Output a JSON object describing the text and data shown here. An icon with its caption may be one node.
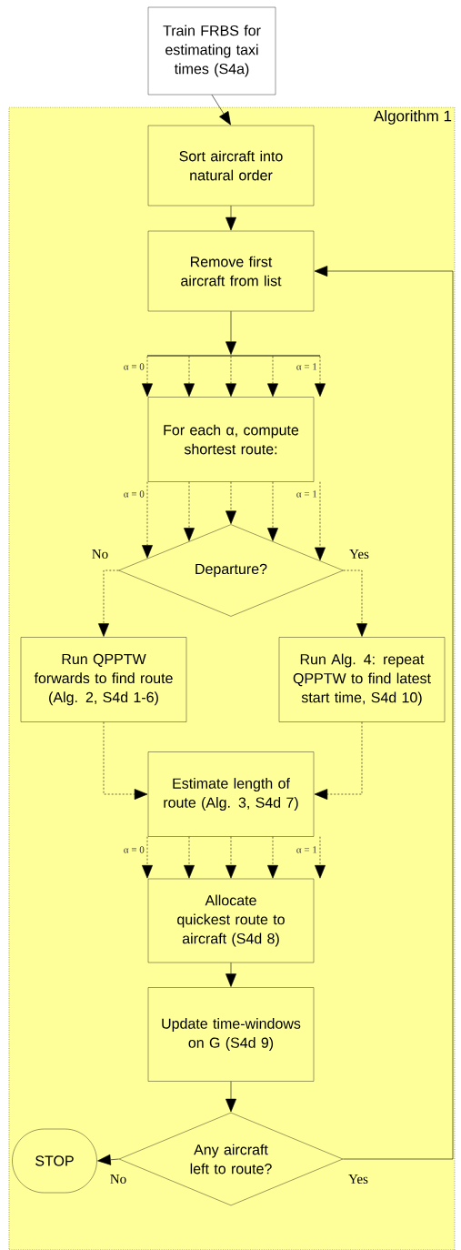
{
  "diagram": {
    "nodes": [
      {
        "text": [
          "Train FRBS for estimating taxi times (S4a)"
        ]
      },
      {
        "text": [
          "Algorithm 1"
        ]
      },
      {
        "text": [
          "Sort aircraft into natural order"
        ],
        "in": 1
      },
      {
        "text": [
          "Remove first aircraft from list"
        ],
        "in": 1
      },
      {
        "text": [
          "For each α, compute shortest route:"
        ],
        "in": 1
      },
      {
        "text": [
          "Departure?"
        ],
        "in": 1
      },
      {
        "text": [
          "Run QPPTW forwards to find route (Alg. 2, S4d 1-6)"
        ],
        "in": 1
      },
      {
        "text": [
          "Run Alg. 4: repeat QPPTW to find latest start time, S4d 10)"
        ],
        "in": 1
      },
      {
        "text": [
          "Estimate length of route (Alg. 3, S4d 7)"
        ],
        "in": 1
      },
      {
        "text": [
          "Allocate quickest route to aircraft (S4d 8)"
        ],
        "in": 1
      },
      {
        "text": [
          "Update time-windows on G (S4d 9)"
        ],
        "in": 1
      },
      {
        "text": [
          "Any aircraft left to route?"
        ],
        "in": 1
      },
      {
        "text": [
          "STOP"
        ],
        "in": 1
      },
      {
        "text": [],
        "shape": "bar",
        "in": 1
      }
    ],
    "edges": [
      {
        "from": 0,
        "to": 2,
        "arrow": "to"
      },
      {
        "from": 2,
        "to": 3,
        "arrow": "to"
      },
      {
        "from": 3,
        "to": 13,
        "arrow": "to"
      },
      {
        "from": 13,
        "to": 4,
        "arrow": "to",
        "style": "dashed",
        "label": "α = 0"
      },
      {
        "from": 13,
        "to": 4,
        "arrow": "to",
        "style": "dashed"
      },
      {
        "from": 13,
        "to": 4,
        "arrow": "to",
        "style": "dashed"
      },
      {
        "from": 13,
        "to": 4,
        "arrow": "to",
        "style": "dashed"
      },
      {
        "from": 13,
        "to": 4,
        "arrow": "to",
        "style": "dashed",
        "label": "α = 1"
      },
      {
        "from": 4,
        "to": 5,
        "arrow": "to",
        "style": "dashed",
        "label": "α = 0"
      },
      {
        "from": 4,
        "to": 5,
        "arrow": "to",
        "style": "dashed"
      },
      {
        "from": 4,
        "to": 5,
        "arrow": "to",
        "style": "dashed"
      },
      {
        "from": 4,
        "to": 5,
        "arrow": "to",
        "style": "dashed"
      },
      {
        "from": 4,
        "to": 5,
        "arrow": "to",
        "style": "dashed",
        "label": "α = 1"
      },
      {
        "from": 5,
        "to": 6,
        "arrow": "to",
        "style": "dashed",
        "label": "No"
      },
      {
        "from": 5,
        "to": 7,
        "arrow": "to",
        "style": "dashed",
        "label": "Yes"
      },
      {
        "from": 6,
        "to": 8,
        "arrow": "to",
        "style": "dashed"
      },
      {
        "from": 7,
        "to": 8,
        "arrow": "to",
        "style": "dashed"
      },
      {
        "from": 8,
        "to": 9,
        "arrow": "to",
        "style": "dashed",
        "label": "α = 0"
      },
      {
        "from": 8,
        "to": 9,
        "arrow": "to",
        "style": "dashed"
      },
      {
        "from": 8,
        "to": 9,
        "arrow": "to",
        "style": "dashed"
      },
      {
        "from": 8,
        "to": 9,
        "arrow": "to",
        "style": "dashed"
      },
      {
        "from": 8,
        "to": 9,
        "arrow": "to",
        "style": "dashed",
        "label": "α = 1"
      },
      {
        "from": 9,
        "to": 10,
        "arrow": "to"
      },
      {
        "from": 10,
        "to": 11,
        "arrow": "to"
      },
      {
        "from": 11,
        "to": 12,
        "arrow": "to",
        "label": "No"
      },
      {
        "from": 11,
        "to": 3,
        "arrow": "to",
        "label": "Yes"
      }
    ]
  }
}
